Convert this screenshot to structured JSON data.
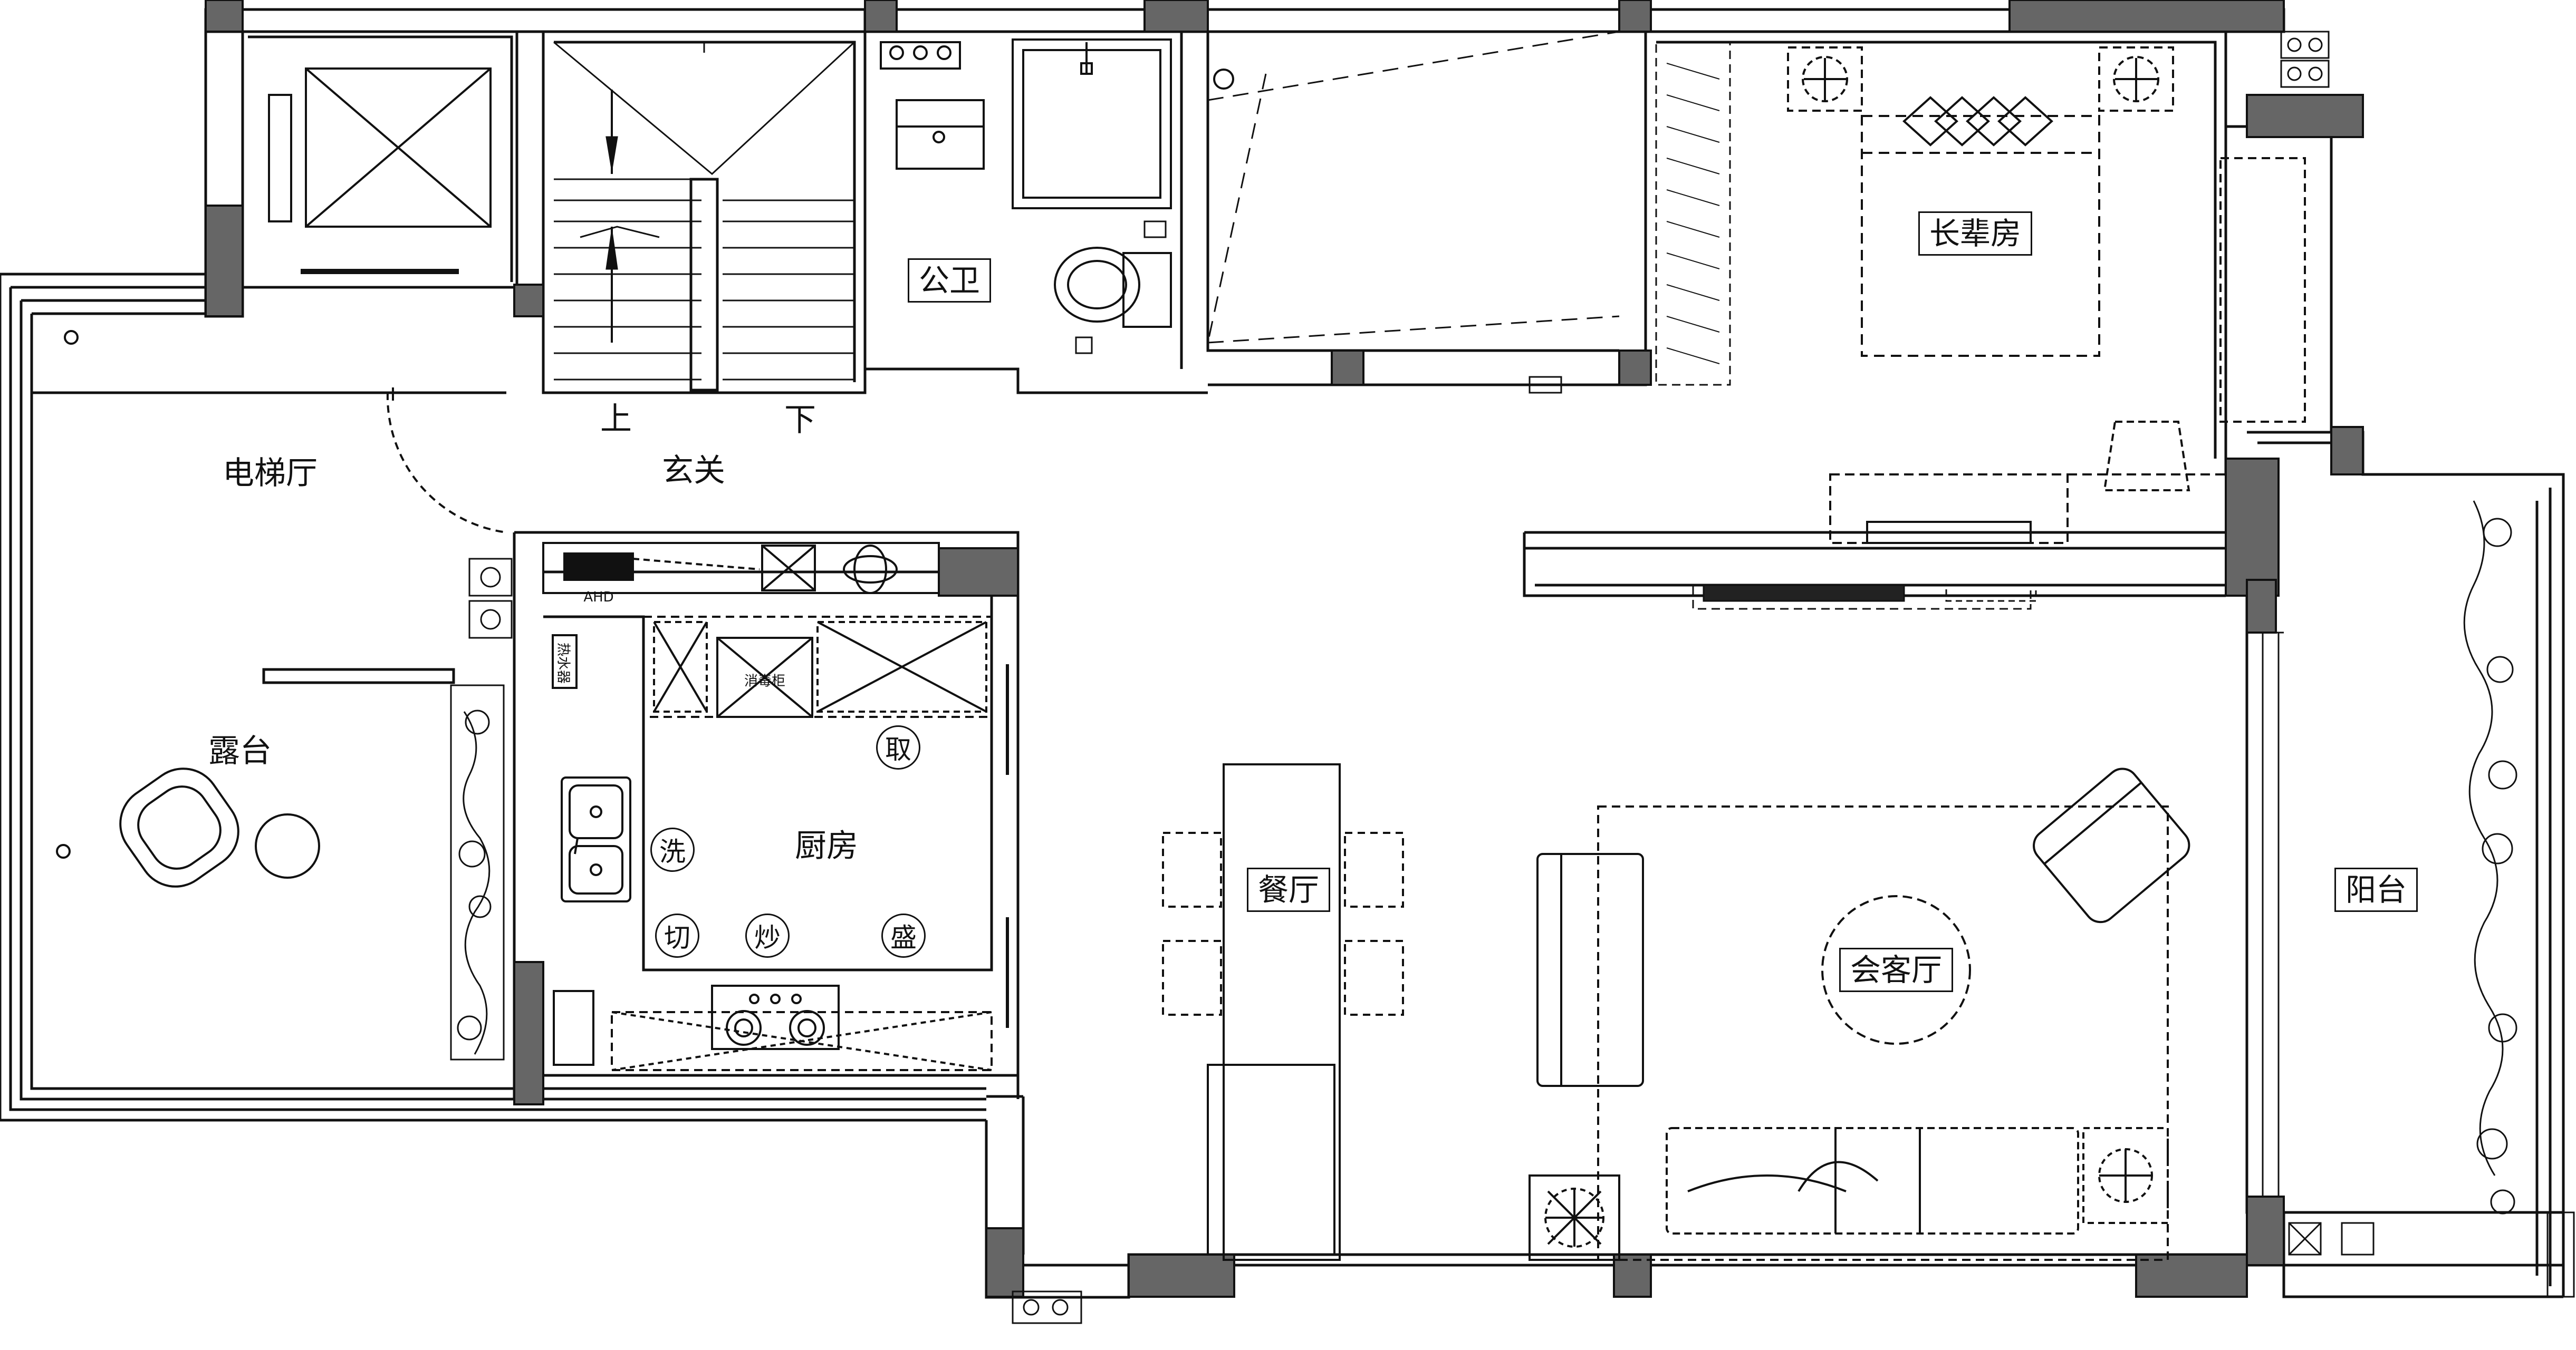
{
  "rooms": {
    "elevator_hall": "电梯厅",
    "foyer": "玄关",
    "public_bath": "公卫",
    "elder_room": "长辈房",
    "terrace": "露台",
    "kitchen": "厨房",
    "dining": "餐厅",
    "living": "会客厅",
    "balcony": "阳台"
  },
  "stairs": {
    "up": "上",
    "down": "下"
  },
  "kitchen_zones": {
    "take": "取",
    "wash": "洗",
    "cut": "切",
    "fry": "炒",
    "serve": "盛"
  },
  "small_labels": {
    "ahd": "AHD",
    "disinfect": "消毒柜",
    "water": "热水器"
  },
  "icons": [
    "elevator-icon",
    "stair-arrow-icon",
    "toilet-icon",
    "shower-icon",
    "sink-icon",
    "stove-icon",
    "bed-icon",
    "sofa-icon",
    "plant-icon",
    "table-icon",
    "chair-icon",
    "lamp-icon"
  ]
}
